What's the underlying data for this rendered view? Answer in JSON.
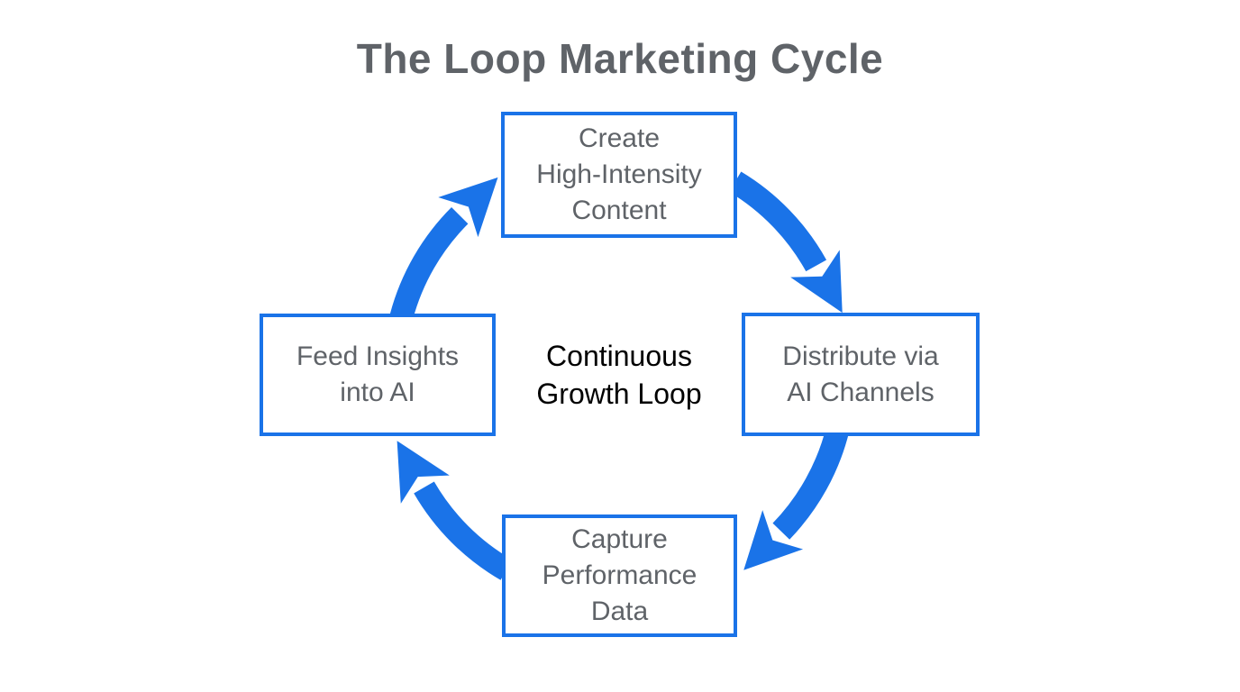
{
  "title": "The Loop Marketing Cycle",
  "colors": {
    "accent": "#1a73e8",
    "title_text": "#5f6368",
    "box_text": "#5f6368",
    "center_text": "#000000",
    "background": "#ffffff"
  },
  "center_label": {
    "line1": "Continuous",
    "line2": "Growth Loop"
  },
  "boxes": {
    "top": {
      "lines": [
        "Create",
        "High-Intensity",
        "Content"
      ]
    },
    "right": {
      "lines": [
        "Distribute via",
        "AI Channels"
      ]
    },
    "bottom": {
      "lines": [
        "Capture",
        "Performance",
        "Data"
      ]
    },
    "left": {
      "lines": [
        "Feed Insights",
        "into AI"
      ]
    }
  },
  "arrows": [
    {
      "from": "top",
      "to": "right"
    },
    {
      "from": "right",
      "to": "bottom"
    },
    {
      "from": "bottom",
      "to": "left"
    },
    {
      "from": "left",
      "to": "top"
    }
  ]
}
